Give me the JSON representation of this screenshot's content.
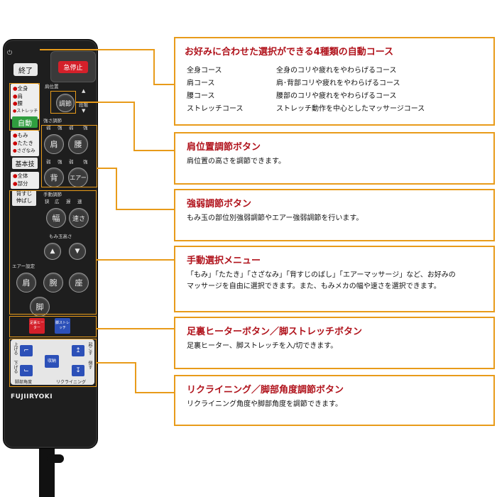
{
  "remote": {
    "power_symbol": "⏻",
    "end_button": "終了",
    "emergency_stop": "急停止",
    "auto_courses": [
      "全身",
      "肩",
      "腰",
      "ストレッチ"
    ],
    "auto_label": "自動",
    "shoulder_position_label": "肩位置",
    "adjust_button": "調節",
    "stage_label": "段階",
    "strength_label": "強さ調節",
    "strength_marks": [
      "弱",
      "強",
      "弱",
      "強"
    ],
    "strength_marks2": [
      "弱",
      "強",
      "弱",
      "強"
    ],
    "shoulder_button": "肩",
    "waist_button": "腰",
    "back_button": "背",
    "air_button": "エアー",
    "basic_items": [
      "もみ",
      "たたき",
      "さざなみ"
    ],
    "basic_label": "基本技",
    "area_items": [
      "全体",
      "部分"
    ],
    "stretch_label_1": "背すじ",
    "stretch_label_2": "伸ばし",
    "manual_label": "手動調節",
    "width_marks": [
      "狭",
      "広",
      "遅",
      "速"
    ],
    "width_button": "幅",
    "speed_button": "速さ",
    "height_label": "もみ玉高さ",
    "up_arrow": "▲",
    "down_arrow": "▼",
    "air_setting_label": "エアー設定",
    "air_shoulder": "肩",
    "air_arm": "腕",
    "air_seat": "座",
    "air_leg": "脚",
    "heater_button": "足裏ヒーター",
    "leg_stretch_button": "脚ストレッチ",
    "raise_label": "上げる",
    "lower_label": "下げる",
    "wake_label": "起こす",
    "tilt_label": "倒す",
    "store_button": "収納",
    "leg_angle_label": "脚部角度",
    "reclining_label": "リクライニング",
    "brand": "FUJIIRYOKI"
  },
  "callouts": {
    "auto_course": {
      "title": "お好みに合わせた選択ができる4種類の自動コース",
      "rows": [
        {
          "name": "全身コース",
          "desc": "全身のコリや疲れをやわらげるコース"
        },
        {
          "name": "肩コース",
          "desc": "肩･背部コリや疲れをやわらげるコース"
        },
        {
          "name": "腰コース",
          "desc": "腰部のコリや疲れをやわらげるコース"
        },
        {
          "name": "ストレッチコース",
          "desc": "ストレッチ動作を中心としたマッサージコース"
        }
      ]
    },
    "shoulder_position": {
      "title": "肩位置調節ボタン",
      "desc": "肩位置の高さを調節できます。"
    },
    "strength": {
      "title": "強弱調節ボタン",
      "desc": "もみ玉の部位別強弱調節やエアー強弱調節を行います。"
    },
    "manual": {
      "title": "手動選択メニュー",
      "desc1": "「もみ」「たたき」「さざなみ」「背すじのばし」「エアーマッサージ」など、お好みの",
      "desc2": "マッサージを自由に選択できます。また、もみメカの幅や速さを選択できます。"
    },
    "heater": {
      "title": "足裏ヒーターボタン／脚ストレッチボタン",
      "desc": "足裏ヒーター、脚ストレッチを入/切できます。"
    },
    "reclining": {
      "title": "リクライニング／脚部角度調節ボタン",
      "desc": "リクライニング角度や脚部角度を調節できます。"
    }
  },
  "colors": {
    "accent": "#e89b1a",
    "title_red": "#b0121b",
    "stop_red": "#d4202a",
    "auto_green": "#2f9e3f",
    "blue_button": "#2c50b8"
  }
}
